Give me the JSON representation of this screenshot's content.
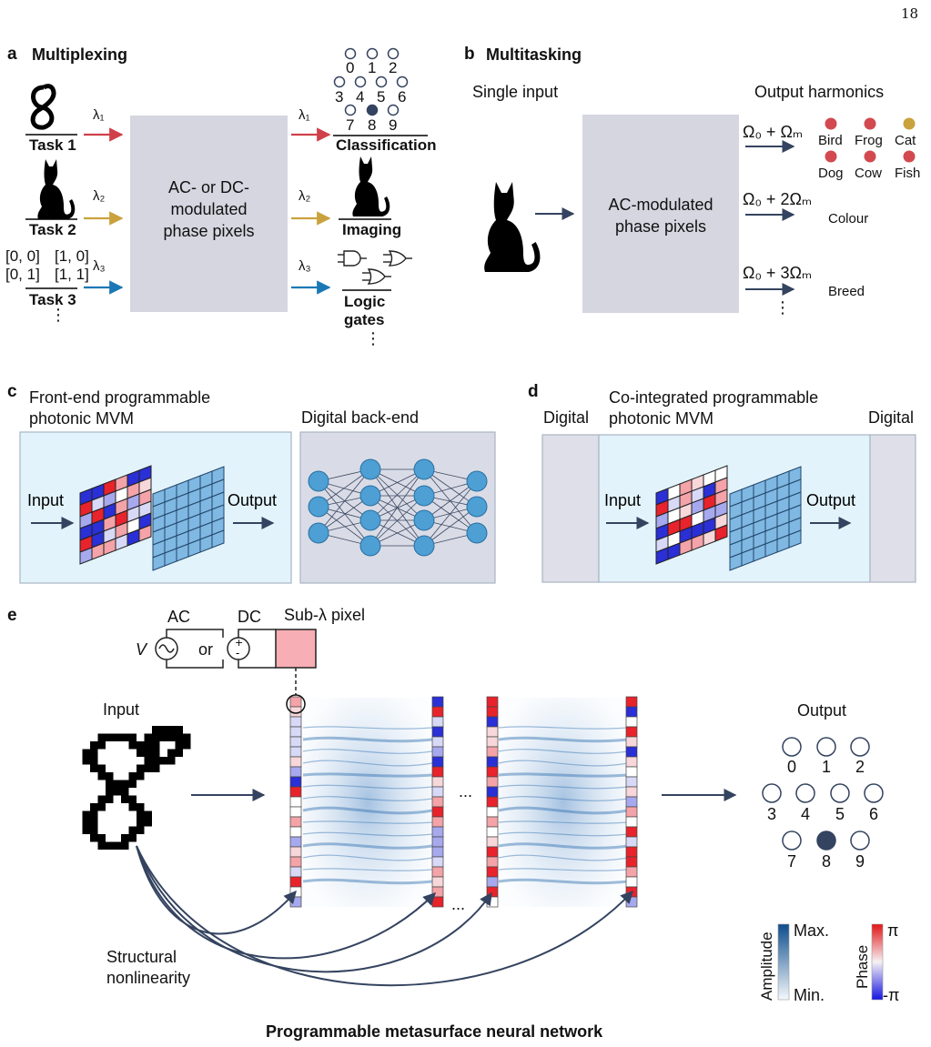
{
  "page_number": "18",
  "panel_a": {
    "letter": "a",
    "title": "Multiplexing",
    "tasks": [
      "Task 1",
      "Task 2",
      "Task 3"
    ],
    "task3_inputs": [
      "[0, 0]",
      "[1, 0]",
      "[0, 1]",
      "[1, 1]"
    ],
    "wavelengths": [
      "λ₁",
      "λ₂",
      "λ₃"
    ],
    "box_label": "AC- or DC-\nmodulated\nphase pixels",
    "outputs": [
      "Classification",
      "Imaging",
      "Logic\ngates"
    ],
    "digits": [
      "0",
      "1",
      "2",
      "3",
      "4",
      "5",
      "6",
      "7",
      "8",
      "9"
    ],
    "ellipsis": "⋮"
  },
  "panel_b": {
    "letter": "b",
    "title": "Multitasking",
    "input_label": "Single input",
    "output_label": "Output harmonics",
    "box_label": "AC-modulated\nphase pixels",
    "harmonics": [
      "Ω₀ + Ωₘ",
      "Ω₀ + 2Ωₘ",
      "Ω₀ + 3Ωₘ"
    ],
    "classes": [
      "Bird",
      "Frog",
      "Cat",
      "Dog",
      "Cow",
      "Fish"
    ],
    "harmonic_outputs": [
      "Colour",
      "Breed"
    ],
    "ellipsis": "⋮"
  },
  "panel_c": {
    "letter": "c",
    "title": "Front-end programmable\nphotonic MVM",
    "backend_title": "Digital back-end",
    "input": "Input",
    "output": "Output"
  },
  "panel_d": {
    "letter": "d",
    "digital_left": "Digital",
    "title": "Co-integrated programmable\nphotonic MVM",
    "digital_right": "Digital",
    "input": "Input",
    "output": "Output"
  },
  "panel_e": {
    "letter": "e",
    "ac": "AC",
    "dc": "DC",
    "v": "V",
    "or": "or",
    "pixel": "Sub-λ pixel",
    "input": "Input",
    "output": "Output",
    "nonlinearity": "Structural\nnonlinearity",
    "caption": "Programmable metasurface neural network",
    "digits": [
      "0",
      "1",
      "2",
      "3",
      "4",
      "5",
      "6",
      "7",
      "8",
      "9"
    ],
    "amplitude": "Amplitude",
    "amp_max": "Max.",
    "amp_min": "Min.",
    "phase": "Phase",
    "phase_max": "π",
    "phase_min": "-π",
    "dots": "..."
  },
  "colors": {
    "arrow_red": "#d0404a",
    "arrow_gold": "#c9a23d",
    "arrow_blue": "#1c78b5",
    "box_grey": "#d5d6e0",
    "panel_blue": "#e2f3fb",
    "dot_red": "#d24a4f",
    "dot_gold": "#c9a23d",
    "node_blue": "#4d9fd4",
    "dark_navy": "#34435f"
  }
}
